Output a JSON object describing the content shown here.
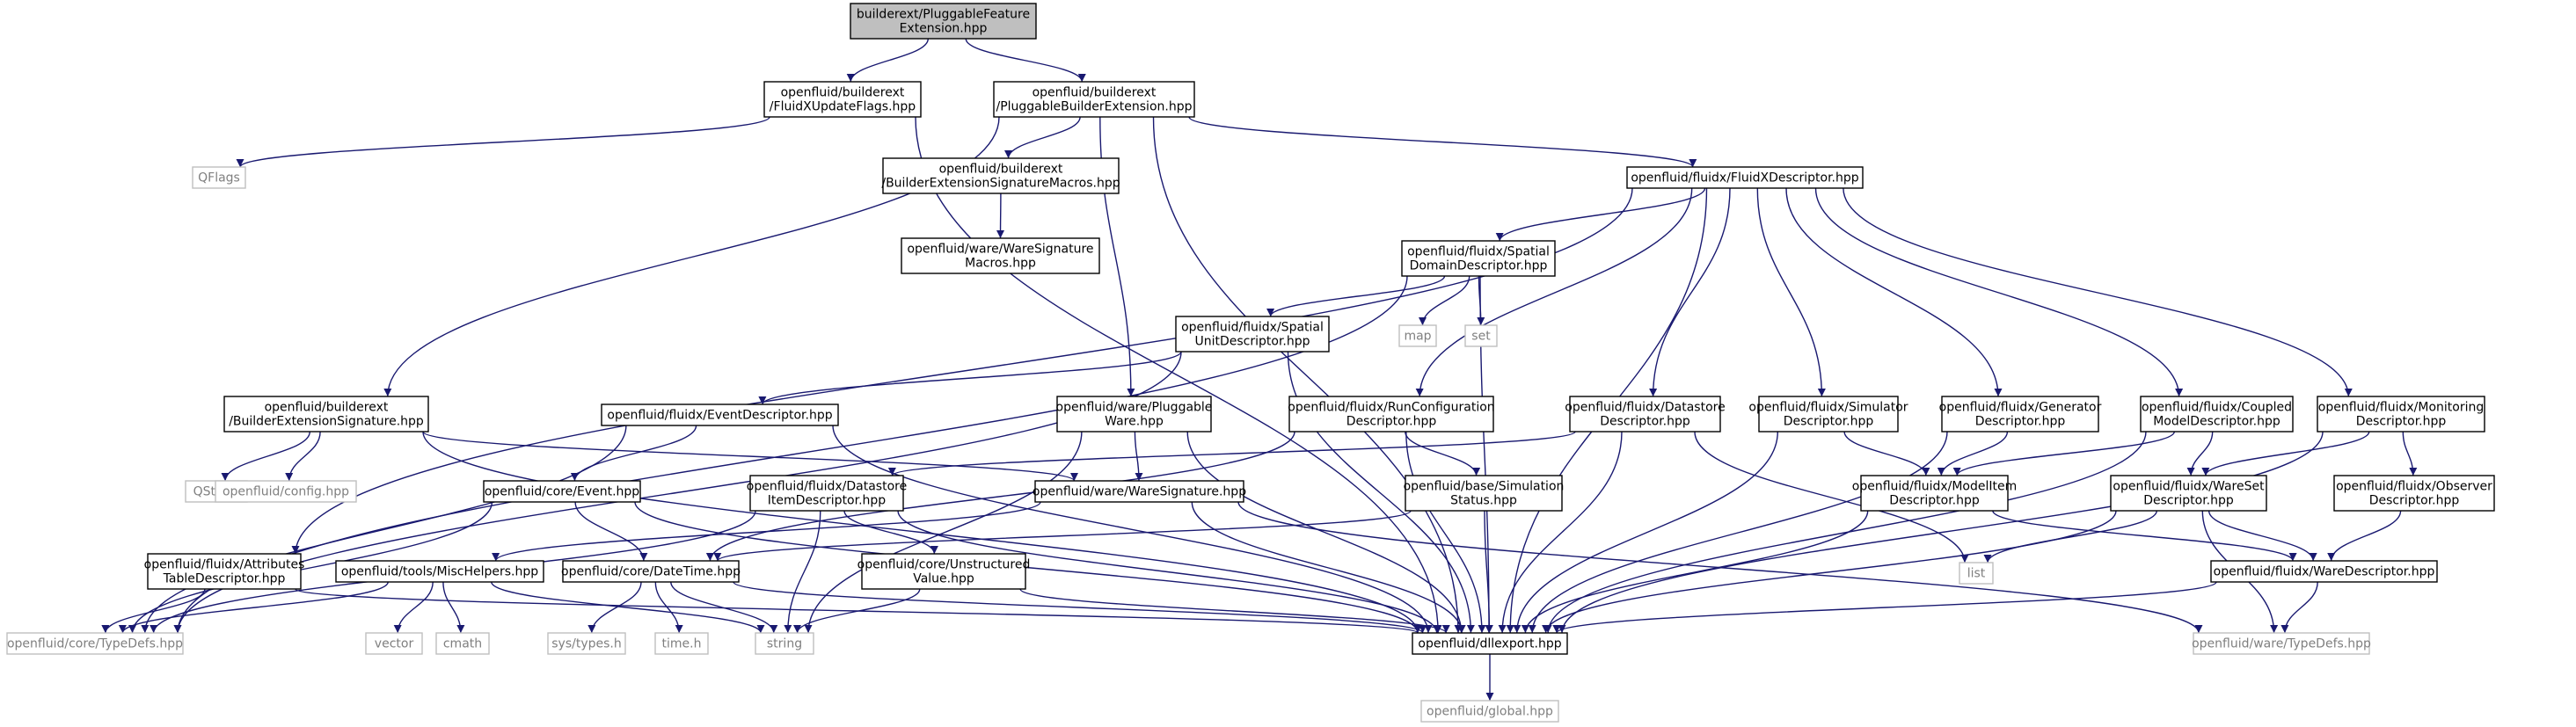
{
  "colors": {
    "edge": "#191970",
    "root_fill": "#bfbfbf",
    "root_stroke": "#000000",
    "node_stroke": "#000000",
    "external_stroke": "#bfbfbf",
    "external_text": "#7f7f7f",
    "node_text": "#000000"
  },
  "nodes": [
    {
      "id": "root",
      "kind": "root",
      "lines": [
        "builderext/PluggableFeature",
        "Extension.hpp"
      ]
    },
    {
      "id": "fluidx_update_flags",
      "kind": "file",
      "lines": [
        "openfluid/builderext",
        "/FluidXUpdateFlags.hpp"
      ]
    },
    {
      "id": "pluggable_builder_ext",
      "kind": "file",
      "lines": [
        "openfluid/builderext",
        "/PluggableBuilderExtension.hpp"
      ]
    },
    {
      "id": "qflags",
      "kind": "external",
      "lines": [
        "QFlags"
      ]
    },
    {
      "id": "builder_ext_sig_macros",
      "kind": "file",
      "lines": [
        "openfluid/builderext",
        "/BuilderExtensionSignatureMacros.hpp"
      ]
    },
    {
      "id": "ware_sig_macros",
      "kind": "file",
      "lines": [
        "openfluid/ware/WareSignature",
        "Macros.hpp"
      ]
    },
    {
      "id": "fluidx_descriptor",
      "kind": "file",
      "lines": [
        "openfluid/fluidx/FluidXDescriptor.hpp"
      ]
    },
    {
      "id": "spatial_domain_desc",
      "kind": "file",
      "lines": [
        "openfluid/fluidx/Spatial",
        "DomainDescriptor.hpp"
      ]
    },
    {
      "id": "map",
      "kind": "external",
      "lines": [
        "map"
      ]
    },
    {
      "id": "set",
      "kind": "external",
      "lines": [
        "set"
      ]
    },
    {
      "id": "spatial_unit_desc",
      "kind": "file",
      "lines": [
        "openfluid/fluidx/Spatial",
        "UnitDescriptor.hpp"
      ]
    },
    {
      "id": "builder_ext_sig",
      "kind": "file",
      "lines": [
        "openfluid/builderext",
        "/BuilderExtensionSignature.hpp"
      ]
    },
    {
      "id": "event_desc",
      "kind": "file",
      "lines": [
        "openfluid/fluidx/EventDescriptor.hpp"
      ]
    },
    {
      "id": "pluggable_ware",
      "kind": "file",
      "lines": [
        "openfluid/ware/Pluggable",
        "Ware.hpp"
      ]
    },
    {
      "id": "run_config_desc",
      "kind": "file",
      "lines": [
        "openfluid/fluidx/RunConfiguration",
        "Descriptor.hpp"
      ]
    },
    {
      "id": "datastore_desc",
      "kind": "file",
      "lines": [
        "openfluid/fluidx/Datastore",
        "Descriptor.hpp"
      ]
    },
    {
      "id": "simulator_desc",
      "kind": "file",
      "lines": [
        "openfluid/fluidx/Simulator",
        "Descriptor.hpp"
      ]
    },
    {
      "id": "generator_desc",
      "kind": "file",
      "lines": [
        "openfluid/fluidx/Generator",
        "Descriptor.hpp"
      ]
    },
    {
      "id": "coupled_model_desc",
      "kind": "file",
      "lines": [
        "openfluid/fluidx/Coupled",
        "ModelDescriptor.hpp"
      ]
    },
    {
      "id": "monitoring_desc",
      "kind": "file",
      "lines": [
        "openfluid/fluidx/Monitoring",
        "Descriptor.hpp"
      ]
    },
    {
      "id": "qstring",
      "kind": "external",
      "lines": [
        "QString"
      ]
    },
    {
      "id": "config_hpp",
      "kind": "external",
      "lines": [
        "openfluid/config.hpp"
      ]
    },
    {
      "id": "event_hpp",
      "kind": "file",
      "lines": [
        "openfluid/core/Event.hpp"
      ]
    },
    {
      "id": "datastore_item_desc",
      "kind": "file",
      "lines": [
        "openfluid/fluidx/Datastore",
        "ItemDescriptor.hpp"
      ]
    },
    {
      "id": "ware_signature",
      "kind": "file",
      "lines": [
        "openfluid/ware/WareSignature.hpp"
      ]
    },
    {
      "id": "simulation_status",
      "kind": "file",
      "lines": [
        "openfluid/base/Simulation",
        "Status.hpp"
      ]
    },
    {
      "id": "model_item_desc",
      "kind": "file",
      "lines": [
        "openfluid/fluidx/ModelItem",
        "Descriptor.hpp"
      ]
    },
    {
      "id": "wareset_desc",
      "kind": "file",
      "lines": [
        "openfluid/fluidx/WareSet",
        "Descriptor.hpp"
      ]
    },
    {
      "id": "observer_desc",
      "kind": "file",
      "lines": [
        "openfluid/fluidx/Observer",
        "Descriptor.hpp"
      ]
    },
    {
      "id": "attributes_table_desc",
      "kind": "file",
      "lines": [
        "openfluid/fluidx/Attributes",
        "TableDescriptor.hpp"
      ]
    },
    {
      "id": "misc_helpers",
      "kind": "file",
      "lines": [
        "openfluid/tools/MiscHelpers.hpp"
      ]
    },
    {
      "id": "datetime",
      "kind": "file",
      "lines": [
        "openfluid/core/DateTime.hpp"
      ]
    },
    {
      "id": "unstructured_value",
      "kind": "file",
      "lines": [
        "openfluid/core/Unstructured",
        "Value.hpp"
      ]
    },
    {
      "id": "list",
      "kind": "external",
      "lines": [
        "list"
      ]
    },
    {
      "id": "ware_descriptor",
      "kind": "file",
      "lines": [
        "openfluid/fluidx/WareDescriptor.hpp"
      ]
    },
    {
      "id": "core_typedefs",
      "kind": "external",
      "lines": [
        "openfluid/core/TypeDefs.hpp"
      ]
    },
    {
      "id": "vector",
      "kind": "external",
      "lines": [
        "vector"
      ]
    },
    {
      "id": "cmath",
      "kind": "external",
      "lines": [
        "cmath"
      ]
    },
    {
      "id": "sys_types",
      "kind": "external",
      "lines": [
        "sys/types.h"
      ]
    },
    {
      "id": "time_h",
      "kind": "external",
      "lines": [
        "time.h"
      ]
    },
    {
      "id": "string",
      "kind": "external",
      "lines": [
        "string"
      ]
    },
    {
      "id": "dllexport",
      "kind": "file",
      "lines": [
        "openfluid/dllexport.hpp"
      ]
    },
    {
      "id": "ware_typedefs",
      "kind": "external",
      "lines": [
        "openfluid/ware/TypeDefs.hpp"
      ]
    },
    {
      "id": "global_hpp",
      "kind": "external",
      "lines": [
        "openfluid/global.hpp"
      ]
    }
  ],
  "edges": [
    [
      "root",
      "fluidx_update_flags"
    ],
    [
      "root",
      "pluggable_builder_ext"
    ],
    [
      "fluidx_update_flags",
      "qflags"
    ],
    [
      "fluidx_update_flags",
      "dllexport"
    ],
    [
      "pluggable_builder_ext",
      "builder_ext_sig_macros"
    ],
    [
      "pluggable_builder_ext",
      "fluidx_descriptor"
    ],
    [
      "pluggable_builder_ext",
      "builder_ext_sig"
    ],
    [
      "pluggable_builder_ext",
      "pluggable_ware"
    ],
    [
      "pluggable_builder_ext",
      "dllexport"
    ],
    [
      "builder_ext_sig_macros",
      "ware_sig_macros"
    ],
    [
      "fluidx_descriptor",
      "spatial_domain_desc"
    ],
    [
      "fluidx_descriptor",
      "run_config_desc"
    ],
    [
      "fluidx_descriptor",
      "datastore_desc"
    ],
    [
      "fluidx_descriptor",
      "simulator_desc"
    ],
    [
      "fluidx_descriptor",
      "generator_desc"
    ],
    [
      "fluidx_descriptor",
      "coupled_model_desc"
    ],
    [
      "fluidx_descriptor",
      "monitoring_desc"
    ],
    [
      "fluidx_descriptor",
      "attributes_table_desc"
    ],
    [
      "fluidx_descriptor",
      "dllexport"
    ],
    [
      "spatial_domain_desc",
      "map"
    ],
    [
      "spatial_domain_desc",
      "set"
    ],
    [
      "spatial_domain_desc",
      "spatial_unit_desc"
    ],
    [
      "spatial_domain_desc",
      "core_typedefs"
    ],
    [
      "spatial_domain_desc",
      "dllexport"
    ],
    [
      "spatial_unit_desc",
      "event_desc"
    ],
    [
      "spatial_unit_desc",
      "core_typedefs"
    ],
    [
      "spatial_unit_desc",
      "dllexport"
    ],
    [
      "builder_ext_sig",
      "qstring"
    ],
    [
      "builder_ext_sig",
      "config_hpp"
    ],
    [
      "builder_ext_sig",
      "ware_signature"
    ],
    [
      "builder_ext_sig",
      "dllexport"
    ],
    [
      "event_desc",
      "event_hpp"
    ],
    [
      "event_desc",
      "core_typedefs"
    ],
    [
      "event_desc",
      "dllexport"
    ],
    [
      "pluggable_ware",
      "ware_signature"
    ],
    [
      "pluggable_ware",
      "string"
    ],
    [
      "pluggable_ware",
      "dllexport"
    ],
    [
      "run_config_desc",
      "simulation_status"
    ],
    [
      "run_config_desc",
      "datetime"
    ],
    [
      "run_config_desc",
      "dllexport"
    ],
    [
      "datastore_desc",
      "datastore_item_desc"
    ],
    [
      "datastore_desc",
      "list"
    ],
    [
      "datastore_desc",
      "dllexport"
    ],
    [
      "simulator_desc",
      "model_item_desc"
    ],
    [
      "simulator_desc",
      "dllexport"
    ],
    [
      "generator_desc",
      "model_item_desc"
    ],
    [
      "generator_desc",
      "dllexport"
    ],
    [
      "coupled_model_desc",
      "wareset_desc"
    ],
    [
      "coupled_model_desc",
      "model_item_desc"
    ],
    [
      "coupled_model_desc",
      "dllexport"
    ],
    [
      "monitoring_desc",
      "wareset_desc"
    ],
    [
      "monitoring_desc",
      "observer_desc"
    ],
    [
      "monitoring_desc",
      "dllexport"
    ],
    [
      "event_hpp",
      "datetime"
    ],
    [
      "event_hpp",
      "core_typedefs"
    ],
    [
      "event_hpp",
      "dllexport"
    ],
    [
      "datastore_item_desc",
      "unstructured_value"
    ],
    [
      "datastore_item_desc",
      "core_typedefs"
    ],
    [
      "datastore_item_desc",
      "string"
    ],
    [
      "datastore_item_desc",
      "dllexport"
    ],
    [
      "ware_signature",
      "misc_helpers"
    ],
    [
      "ware_signature",
      "ware_typedefs"
    ],
    [
      "ware_signature",
      "dllexport"
    ],
    [
      "simulation_status",
      "datetime"
    ],
    [
      "simulation_status",
      "dllexport"
    ],
    [
      "model_item_desc",
      "ware_descriptor"
    ],
    [
      "model_item_desc",
      "dllexport"
    ],
    [
      "wareset_desc",
      "list"
    ],
    [
      "wareset_desc",
      "ware_descriptor"
    ],
    [
      "wareset_desc",
      "ware_typedefs"
    ],
    [
      "wareset_desc",
      "dllexport"
    ],
    [
      "observer_desc",
      "ware_descriptor"
    ],
    [
      "attributes_table_desc",
      "core_typedefs"
    ],
    [
      "attributes_table_desc",
      "dllexport"
    ],
    [
      "misc_helpers",
      "vector"
    ],
    [
      "misc_helpers",
      "cmath"
    ],
    [
      "misc_helpers",
      "string"
    ],
    [
      "misc_helpers",
      "core_typedefs"
    ],
    [
      "datetime",
      "sys_types"
    ],
    [
      "datetime",
      "time_h"
    ],
    [
      "datetime",
      "string"
    ],
    [
      "datetime",
      "dllexport"
    ],
    [
      "unstructured_value",
      "string"
    ],
    [
      "unstructured_value",
      "dllexport"
    ],
    [
      "ware_descriptor",
      "ware_typedefs"
    ],
    [
      "ware_descriptor",
      "dllexport"
    ],
    [
      "dllexport",
      "global_hpp"
    ]
  ]
}
